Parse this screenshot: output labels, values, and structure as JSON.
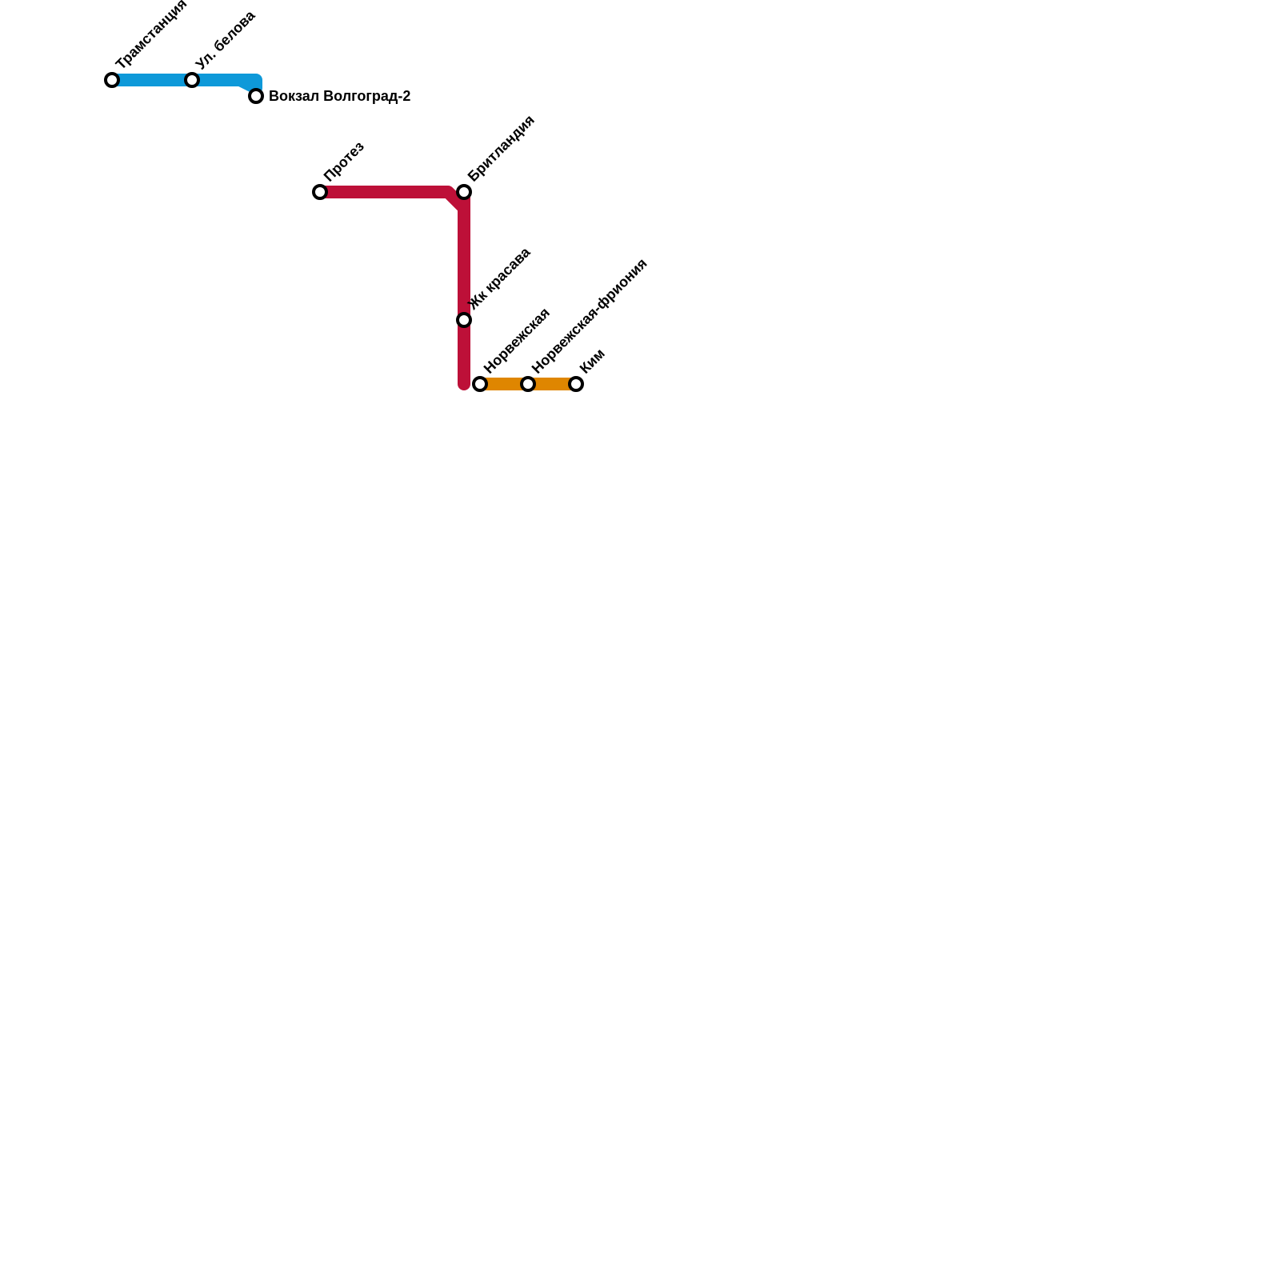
{
  "lines": [
    {
      "id": "blue",
      "color": "#0e99d9",
      "stations": [
        "Трамстанция",
        "Ул. белова",
        "Вокзал Волгоград-2"
      ]
    },
    {
      "id": "red",
      "color": "#bd1038",
      "stations": [
        "Протез",
        "Бритландия",
        "Жк красава"
      ]
    },
    {
      "id": "orange",
      "color": "#df8600",
      "stations": [
        "Норвежская",
        "Норвежская-фриония",
        "Ким"
      ]
    }
  ],
  "stations": {
    "tramstantsiya": "Трамстанция",
    "ul_belova": "Ул. белова",
    "vokzal": "Вокзал Волгоград-2",
    "protez": "Протез",
    "britlandiya": "Бритландия",
    "zhk_krasava": "Жк красава",
    "norvezhskaya": "Норвежская",
    "norvezhskaya_frioniya": "Норвежская-фриония",
    "kim": "Ким"
  }
}
